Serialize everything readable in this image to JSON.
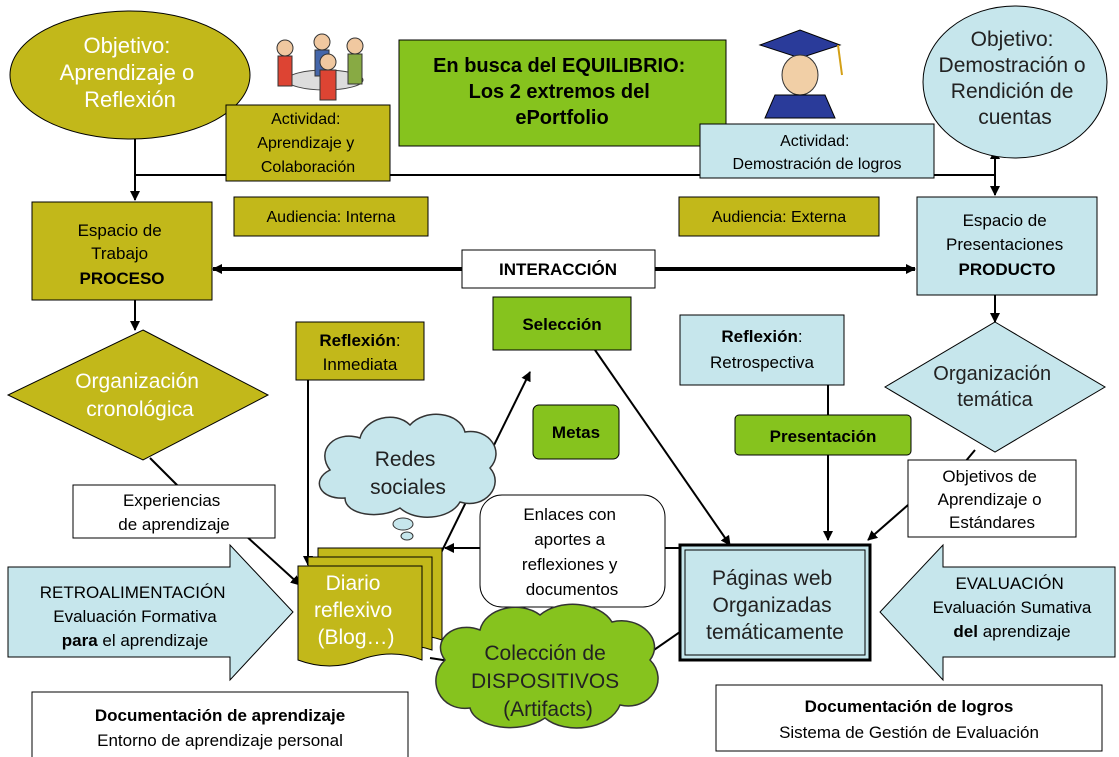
{
  "title": {
    "lines": [
      "En busca del EQUILIBRIO:",
      "Los 2 extremos del",
      "ePortfolio"
    ]
  },
  "objetivo_izq": {
    "lines": [
      "Objetivo:",
      "Aprendizaje o",
      "Reflexión"
    ]
  },
  "objetivo_der": {
    "lines": [
      "Objetivo:",
      "Demostración o",
      "Rendición de",
      "cuentas"
    ]
  },
  "actividad_izq": {
    "lines": [
      "Actividad:",
      "Aprendizaje y",
      "Colaboración"
    ]
  },
  "actividad_der": {
    "lines": [
      "Actividad:",
      "Demostración de logros"
    ]
  },
  "audiencia_izq": "Audiencia: Interna",
  "audiencia_der": "Audiencia: Externa",
  "espacio_trabajo": {
    "lines": [
      "Espacio de",
      "Trabajo"
    ],
    "bold": "PROCESO"
  },
  "espacio_present": {
    "lines": [
      "Espacio de",
      "Presentaciones"
    ],
    "bold": "PRODUCTO"
  },
  "interaccion": "INTERACCIÓN",
  "seleccion": "Selección",
  "metas": "Metas",
  "presentacion": "Presentación",
  "reflexion_inmediata": {
    "bold": "Reflexión",
    "colon": ":",
    "sub": "Inmediata"
  },
  "reflexion_retro": {
    "bold": "Reflexión",
    "colon": ":",
    "sub": "Retrospectiva"
  },
  "org_crono": {
    "lines": [
      "Organización",
      "cronológica"
    ]
  },
  "org_tema": {
    "lines": [
      "Organización",
      "temática"
    ]
  },
  "experiencias": {
    "lines": [
      "Experiencias",
      "de aprendizaje"
    ]
  },
  "objetivos_aprend": {
    "lines": [
      "Objetivos de",
      "Aprendizaje o",
      "Estándares"
    ]
  },
  "redes": {
    "lines": [
      "Redes",
      "sociales"
    ]
  },
  "enlaces": {
    "lines": [
      "Enlaces con",
      "aportes a",
      "reflexiones y",
      "documentos"
    ]
  },
  "diario": {
    "lines": [
      "Diario",
      "reflexivo",
      "(Blog…)"
    ]
  },
  "paginas": {
    "lines": [
      "Páginas web",
      "Organizadas",
      "temáticamente"
    ]
  },
  "coleccion": {
    "lines": [
      "Colección de",
      "DISPOSITIVOS",
      "(Artifacts)"
    ]
  },
  "retro": {
    "lines": [
      "RETROALIMENTACIÓN",
      "Evaluación Formativa"
    ],
    "bold": "para",
    "rest": " el aprendizaje"
  },
  "evaluacion": {
    "lines": [
      "EVALUACIÓN",
      "Evaluación Sumativa"
    ],
    "bold": "del",
    "rest": " aprendizaje"
  },
  "doc_aprend": {
    "bold": "Documentación de aprendizaje",
    "sub": "Entorno de aprendizaje personal"
  },
  "doc_logros": {
    "bold": "Documentación de logros",
    "sub": "Sistema de Gestión de Evaluación"
  },
  "colors": {
    "olive": "#c2b81a",
    "lime": "#86c31e",
    "lightblue": "#c6e6ec",
    "white": "#ffffff"
  }
}
